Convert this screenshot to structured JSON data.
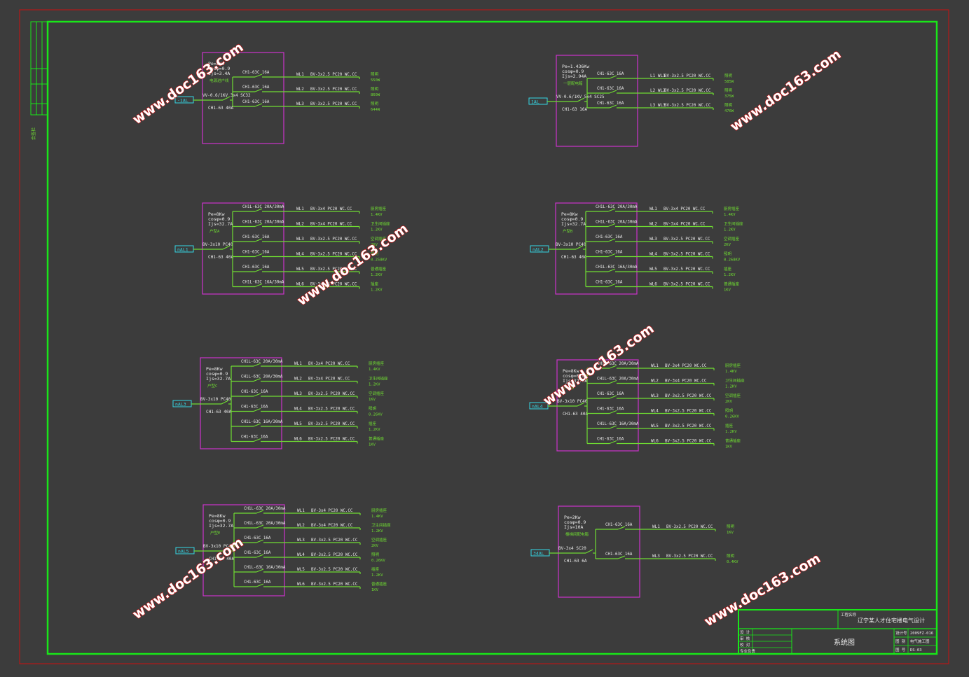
{
  "watermark": "www.doc163.com",
  "boards": [
    {
      "id": "board-1",
      "feeder_label": "-1AL",
      "params": [
        "Pe=2Kw",
        "cosφ=0.9",
        "Ijs=3.4A"
      ],
      "note": "电源进户线",
      "cable": "VV-0.6/1KV 3x4 SC32",
      "main_breaker": "CH1-63 40A",
      "circuits": [
        {
          "breaker": "CH1-63C 16A",
          "loop": "WL1",
          "cable": "BV-3x2.5 PC20 WC.CC",
          "load": "照明",
          "power": "550W"
        },
        {
          "breaker": "CH1-63C 16A",
          "loop": "WL2",
          "cable": "BV-3x2.5 PC20 WC.CC",
          "load": "照明",
          "power": "860W"
        },
        {
          "breaker": "CH1-63C 16A",
          "loop": "WL3",
          "cable": "BV-3x2.5 PC20 WC.CC",
          "load": "照明",
          "power": "644W"
        }
      ]
    },
    {
      "id": "board-2",
      "feeder_label": "1AL",
      "params": [
        "Pe=1.436Kw",
        "cosφ=0.9",
        "Ijs=2.94A"
      ],
      "note": "一层配电箱",
      "cable": "VV-0.6/1KV 5x4 SC25",
      "main_breaker": "CH1-63 16A",
      "circuits": [
        {
          "breaker": "CH1-63C 16A",
          "loop": "L1  WL1",
          "cable": "BV-3x2.5 PC20 WC.CC",
          "load": "照明",
          "power": "585W"
        },
        {
          "breaker": "CH1-63C 16A",
          "loop": "L2  WL2",
          "cable": "BV-3x2.5 PC20 WC.CC",
          "load": "照明",
          "power": "375W"
        },
        {
          "breaker": "CH1-63C 16A",
          "loop": "L3  WL3",
          "cable": "BV-3x2.5 PC20 WC.CC",
          "load": "照明",
          "power": "476W"
        }
      ]
    },
    {
      "id": "board-3",
      "feeder_label": "nAL1",
      "params": [
        "Pe=8Kw",
        "cosφ=0.9",
        "Ijs=32.7A"
      ],
      "note": "户型A",
      "cable": "BV-3x10 PC40",
      "main_breaker": "CH1-63 40A",
      "circuits": [
        {
          "breaker": "CH1L-63C 20A/30mA",
          "loop": "WL1",
          "cable": "BV-3x4 PC20 WC.CC",
          "load": "厨房插座",
          "power": "1.4KV"
        },
        {
          "breaker": "CH1L-63C 20A/30mA",
          "loop": "WL2",
          "cable": "BV-3x4 PC20 WC.CC",
          "load": "卫生间插座",
          "power": "1.2KV"
        },
        {
          "breaker": "CH1-63C 16A",
          "loop": "WL3",
          "cable": "BV-3x2.5 PC20 WC.CC",
          "load": "空调插座",
          "power": "2KV"
        },
        {
          "breaker": "CH1-63C 16A",
          "loop": "WL4",
          "cable": "BV-3x2.5 PC20 WC.CC",
          "load": "照明",
          "power": "0.258KV"
        },
        {
          "breaker": "CH1-63C 16A",
          "loop": "WL5",
          "cable": "BV-3x2.5 PC20 WC.CC",
          "load": "普通插座",
          "power": "1.2KV"
        },
        {
          "breaker": "CH1L-63C 16A/30mA",
          "loop": "WL6",
          "cable": "BV-3x2.5 PC20 WC.CC",
          "load": "插座",
          "power": "1.2KV"
        }
      ]
    },
    {
      "id": "board-4",
      "feeder_label": "nAL2",
      "params": [
        "Pe=8Kw",
        "cosφ=0.9",
        "Ijs=32.7A"
      ],
      "note": "户型B",
      "cable": "BV-3x10 PC40",
      "main_breaker": "CH1-63 40A",
      "circuits": [
        {
          "breaker": "CH1L-63C 20A/30mA",
          "loop": "WL1",
          "cable": "BV-3x4 PC20 WC.CC",
          "load": "厨房插座",
          "power": "1.4KV"
        },
        {
          "breaker": "CH1L-63C 20A/30mA",
          "loop": "WL2",
          "cable": "BV-3x4 PC20 WC.CC",
          "load": "卫生间插座",
          "power": "1.2KV"
        },
        {
          "breaker": "CH1-63C 16A",
          "loop": "WL3",
          "cable": "BV-3x2.5 PC20 WC.CC",
          "load": "空调插座",
          "power": "2KV"
        },
        {
          "breaker": "CH1-63C 16A",
          "loop": "WL4",
          "cable": "BV-3x2.5 PC20 WC.CC",
          "load": "照明",
          "power": "0.268KV"
        },
        {
          "breaker": "CH1L-63C 16A/30mA",
          "loop": "WL5",
          "cable": "BV-3x2.5 PC20 WC.CC",
          "load": "插座",
          "power": "1.2KV"
        },
        {
          "breaker": "CH1-63C 16A",
          "loop": "WL6",
          "cable": "BV-3x2.5 PC20 WC.CC",
          "load": "普通插座",
          "power": "1KV"
        }
      ]
    },
    {
      "id": "board-5",
      "feeder_label": "nAL3",
      "params": [
        "Pe=8Kw",
        "cosφ=0.9",
        "Ijs=32.7A"
      ],
      "note": "户型C",
      "cable": "BV-3x10 PC40",
      "main_breaker": "CH1-63 40A",
      "circuits": [
        {
          "breaker": "CH1L-63C 20A/30mA",
          "loop": "WL1",
          "cable": "BV-3x4 PC20 WC.CC",
          "load": "厨房插座",
          "power": "1.4KV"
        },
        {
          "breaker": "CH1L-63C 20A/30mA",
          "loop": "WL2",
          "cable": "BV-3x4 PC20 WC.CC",
          "load": "卫生间插座",
          "power": "1.2KV"
        },
        {
          "breaker": "CH1-63C 16A",
          "loop": "WL3",
          "cable": "BV-3x2.5 PC20 WC.CC",
          "load": "空调插座",
          "power": "1KV"
        },
        {
          "breaker": "CH1-63C 16A",
          "loop": "WL4",
          "cable": "BV-3x2.5 PC20 WC.CC",
          "load": "照明",
          "power": "0.26KV"
        },
        {
          "breaker": "CH1L-63C 16A/30mA",
          "loop": "WL5",
          "cable": "BV-3x2.5 PC20 WC.CC",
          "load": "插座",
          "power": "1.2KV"
        },
        {
          "breaker": "CH1-63C 16A",
          "loop": "WL6",
          "cable": "BV-3x2.5 PC20 WC.CC",
          "load": "普通插座",
          "power": "1KV"
        }
      ]
    },
    {
      "id": "board-6",
      "feeder_label": "nAL4",
      "params": [
        "Pe=8Kw",
        "cosφ=0.9",
        "Ijs=32.7A"
      ],
      "note": "户型D",
      "cable": "BV-3x10 PC40",
      "main_breaker": "CH1-63 40A",
      "circuits": [
        {
          "breaker": "CH1L-63C 20A/30mA",
          "loop": "WL1",
          "cable": "BV-3x4 PC20 WC.CC",
          "load": "厨房插座",
          "power": "1.4KV"
        },
        {
          "breaker": "CH1L-63C 20A/30mA",
          "loop": "WL2",
          "cable": "BV-3x4 PC20 WC.CC",
          "load": "卫生间插座",
          "power": "1.2KV"
        },
        {
          "breaker": "CH1-63C 16A",
          "loop": "WL3",
          "cable": "BV-3x2.5 PC20 WC.CC",
          "load": "空调插座",
          "power": "2KV"
        },
        {
          "breaker": "CH1-63C 16A",
          "loop": "WL4",
          "cable": "BV-3x2.5 PC20 WC.CC",
          "load": "照明",
          "power": "0.26KV"
        },
        {
          "breaker": "CH1L-63C 16A/30mA",
          "loop": "WL5",
          "cable": "BV-3x2.5 PC20 WC.CC",
          "load": "插座",
          "power": "1.2KV"
        },
        {
          "breaker": "CH1-63C 16A",
          "loop": "WL6",
          "cable": "BV-3x2.5 PC20 WC.CC",
          "load": "普通插座",
          "power": "1KV"
        }
      ]
    },
    {
      "id": "board-7",
      "feeder_label": "nAL5",
      "params": [
        "Pe=8Kw",
        "cosφ=0.9",
        "Ijs=32.7A"
      ],
      "note": "户型E",
      "cable": "BV-3x10 PC40",
      "main_breaker": "CH1-63 40A",
      "circuits": [
        {
          "breaker": "CH1L-63C 20A/30mA",
          "loop": "WL1",
          "cable": "BV-3x4 PC20 WC.CC",
          "load": "厨房插座",
          "power": "1.4KV"
        },
        {
          "breaker": "CH1L-63C 20A/30mA",
          "loop": "WL2",
          "cable": "BV-3x4 PC20 WC.CC",
          "load": "卫生间插座",
          "power": "1.2KV"
        },
        {
          "breaker": "CH1-63C 16A",
          "loop": "WL3",
          "cable": "BV-3x2.5 PC20 WC.CC",
          "load": "空调插座",
          "power": "2KV"
        },
        {
          "breaker": "CH1-63C 16A",
          "loop": "WL4",
          "cable": "BV-3x2.5 PC20 WC.CC",
          "load": "照明",
          "power": "0.26KV"
        },
        {
          "breaker": "CH1L-63C 16A/30mA",
          "loop": "WL5",
          "cable": "BV-3x2.5 PC20 WC.CC",
          "load": "插座",
          "power": "1.2KV"
        },
        {
          "breaker": "CH1-63C 16A",
          "loop": "WL6",
          "cable": "BV-3x2.5 PC20 WC.CC",
          "load": "普通插座",
          "power": "1KV"
        }
      ]
    },
    {
      "id": "board-8",
      "feeder_label": "34AL",
      "params": [
        "Pe=2Kw",
        "cosφ=0.9",
        "Ijs=10A"
      ],
      "note": "楼梯间配电箱",
      "cable": "BV-3x4 SC20",
      "main_breaker": "CH1-63 6A",
      "circuits": [
        {
          "breaker": "CH1-63C 16A",
          "loop": "WL1",
          "cable": "BV-3x2.5 PC20 WC.CC",
          "load": "照明",
          "power": "1KV"
        },
        {
          "breaker": "CH1-63C 16A",
          "loop": "WL3",
          "cable": "BV-3x2.5 PC20 WC.CC",
          "load": "照明",
          "power": "0.4KV"
        }
      ]
    }
  ],
  "title_block": {
    "project": "辽宁某人才住宅楼电气设计",
    "project_label": "工程名称",
    "drawing_title": "系统图",
    "roles": [
      "设 计",
      "审 核",
      "校 对",
      "专业负责"
    ],
    "info": [
      "设计号",
      "图 别",
      "图 号"
    ],
    "info_values": [
      "2009FZ-016",
      "电气施工图",
      "DS-03"
    ]
  },
  "left_strip": {
    "label": "会签栏"
  },
  "colors": {
    "frame": "#19e619",
    "box": "#cc33cc",
    "text": "#6fdc32",
    "cyan": "#33d7e6",
    "white": "#e8e8e8",
    "red": "#cc1111"
  }
}
